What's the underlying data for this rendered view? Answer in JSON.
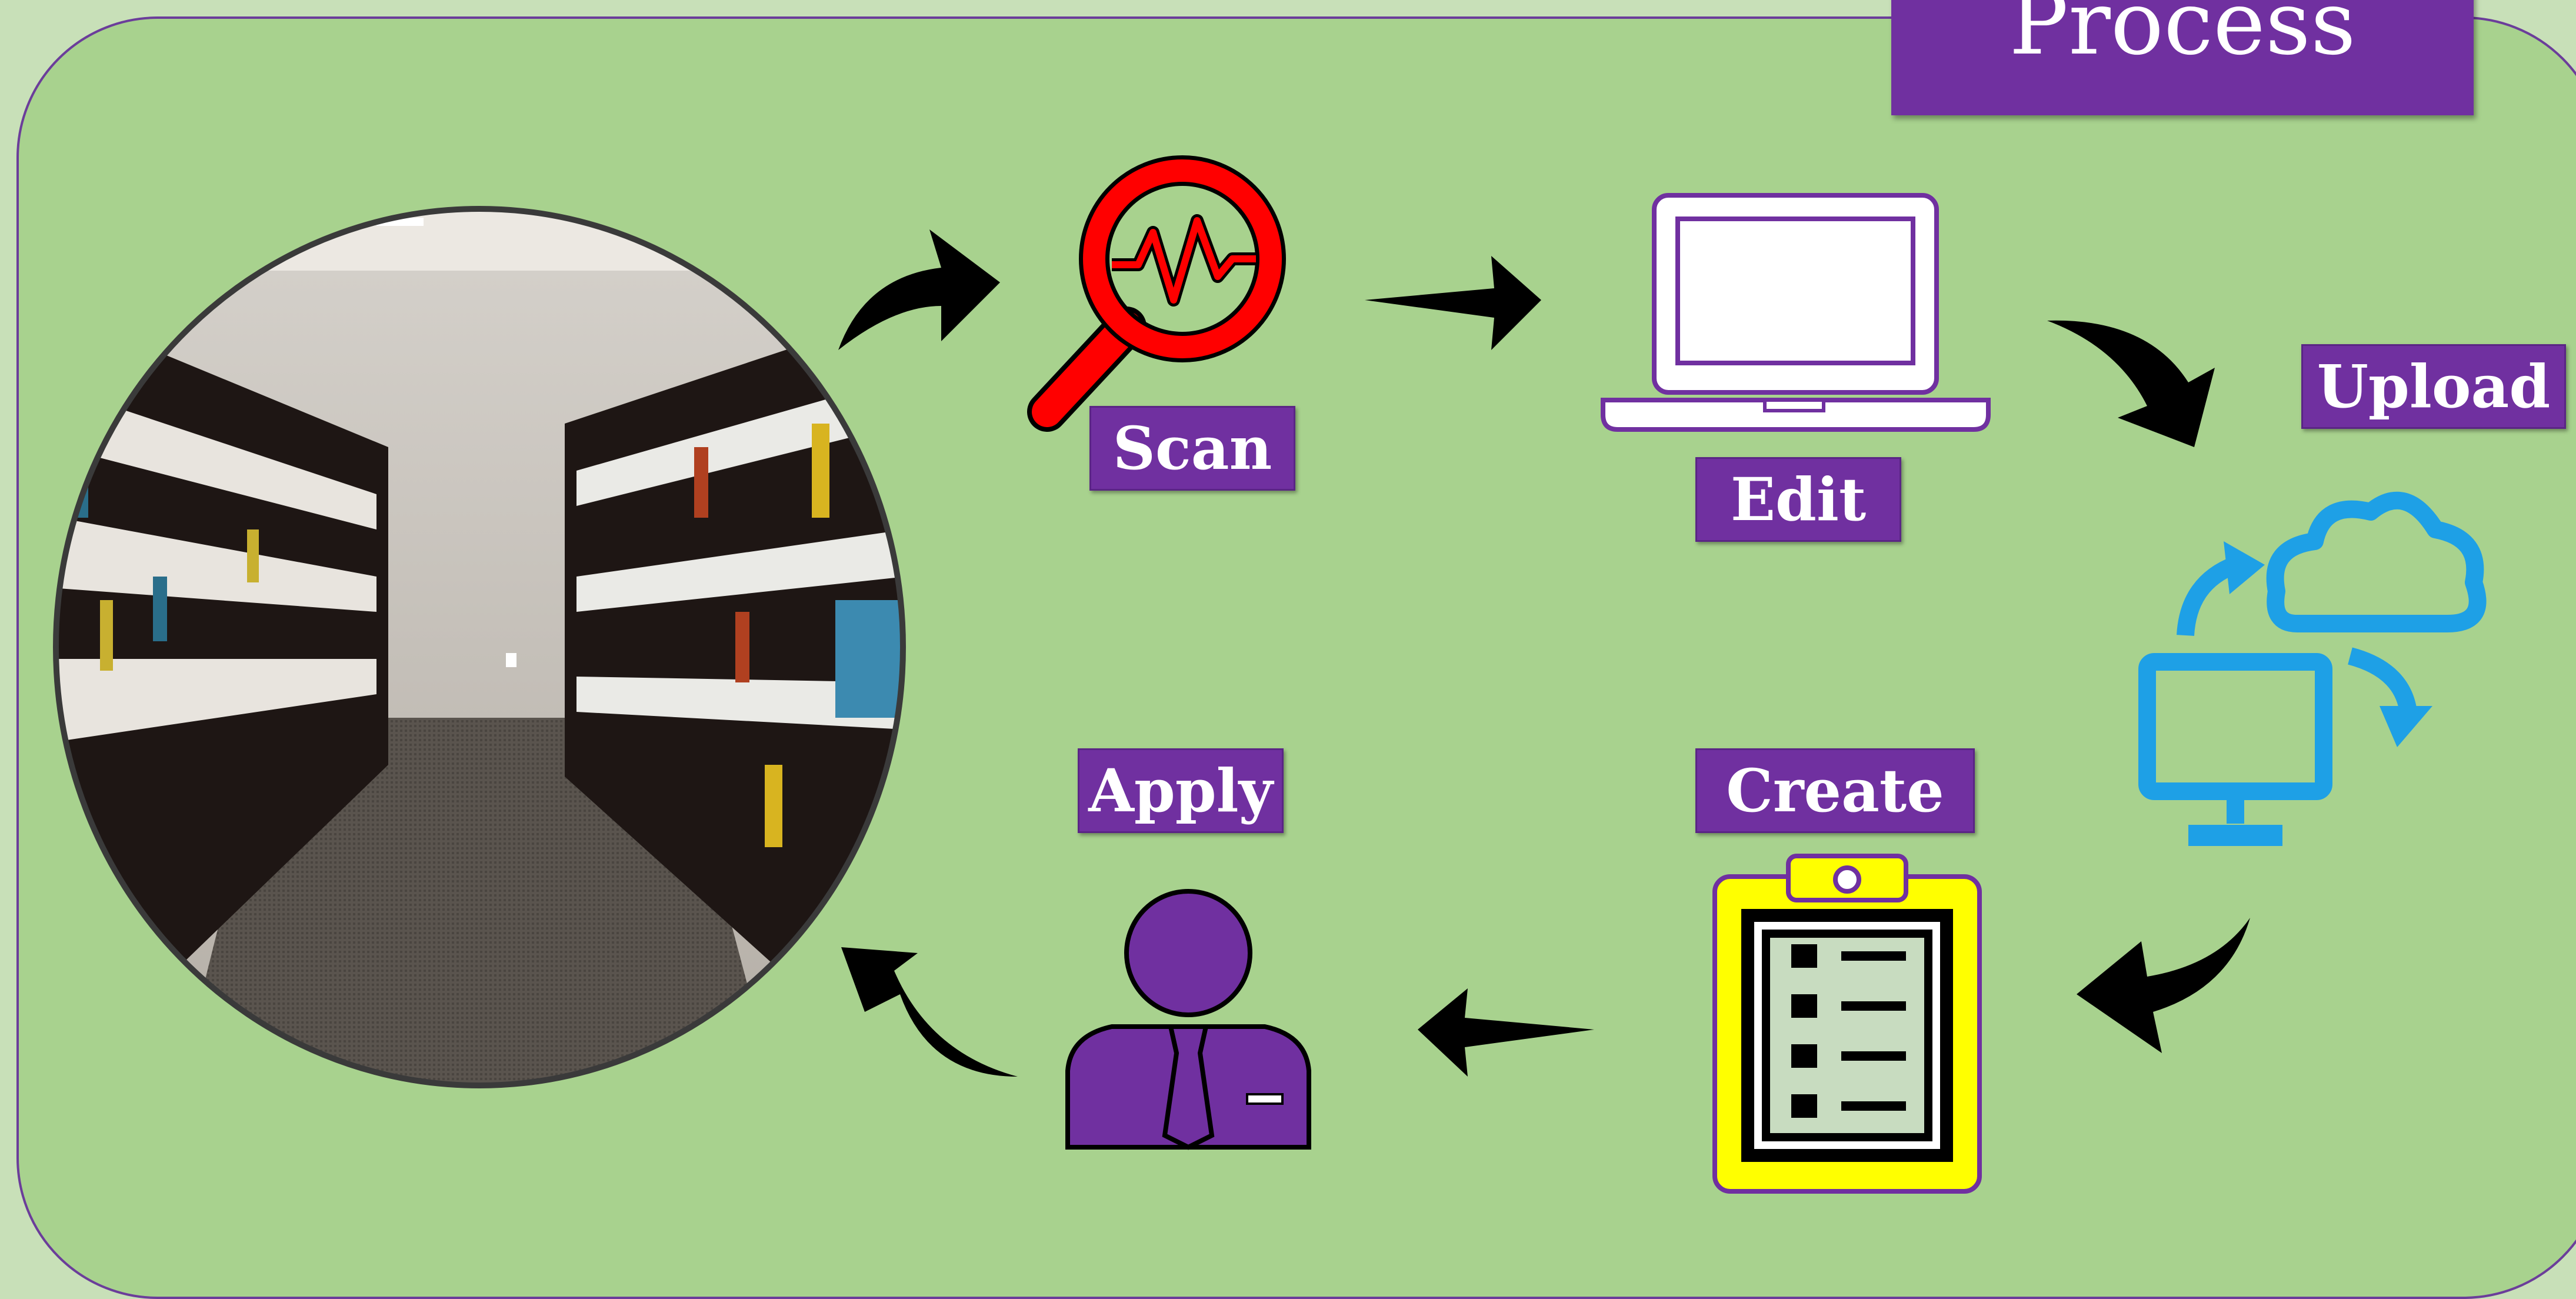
{
  "title": "Process",
  "steps": {
    "scan": "Scan",
    "edit": "Edit",
    "upload": "Upload",
    "create": "Create",
    "apply": "Apply"
  },
  "colors": {
    "background": "#a8d28e",
    "label": "#7030a0",
    "scan_icon": "#ff0000",
    "upload_icon": "#1ea0e6",
    "clipboard": "#ffff00",
    "person": "#7030a0"
  },
  "icons": [
    "library-photo",
    "magnifier-pulse-icon",
    "laptop-icon",
    "cloud-sync-icon",
    "clipboard-checklist-icon",
    "person-icon"
  ]
}
